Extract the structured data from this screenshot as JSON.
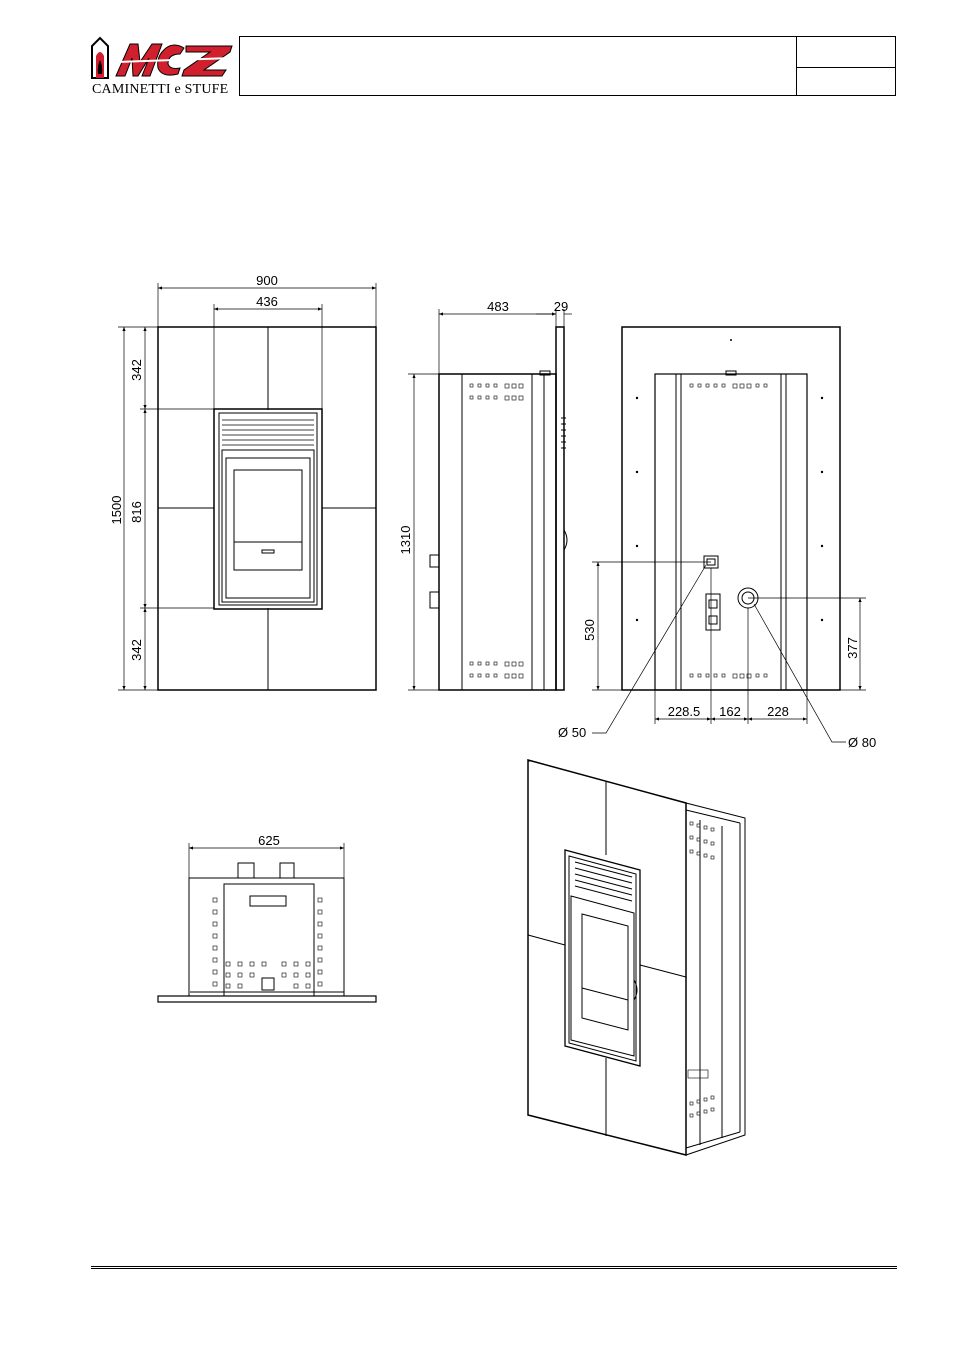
{
  "header": {
    "brand_text": "CAMINETTI e STUFE",
    "logo_mark": "MCZ",
    "colors": {
      "logo_red": "#d0202e",
      "line": "#000000"
    }
  },
  "dimensions": {
    "front": {
      "overall_width": "900",
      "insert_width": "436",
      "total_height": "1500",
      "top_panel": "342",
      "middle": "816",
      "bottom_panel": "342"
    },
    "side": {
      "depth": "483",
      "panel_thickness": "29",
      "height": "1310"
    },
    "rear": {
      "flue_height_left": "530",
      "flue_height_right": "377",
      "offset_a": "228.5",
      "offset_b": "162",
      "offset_c": "228",
      "pipe_small": "Ø 50",
      "pipe_large": "Ø 80"
    },
    "top": {
      "width": "625"
    }
  }
}
